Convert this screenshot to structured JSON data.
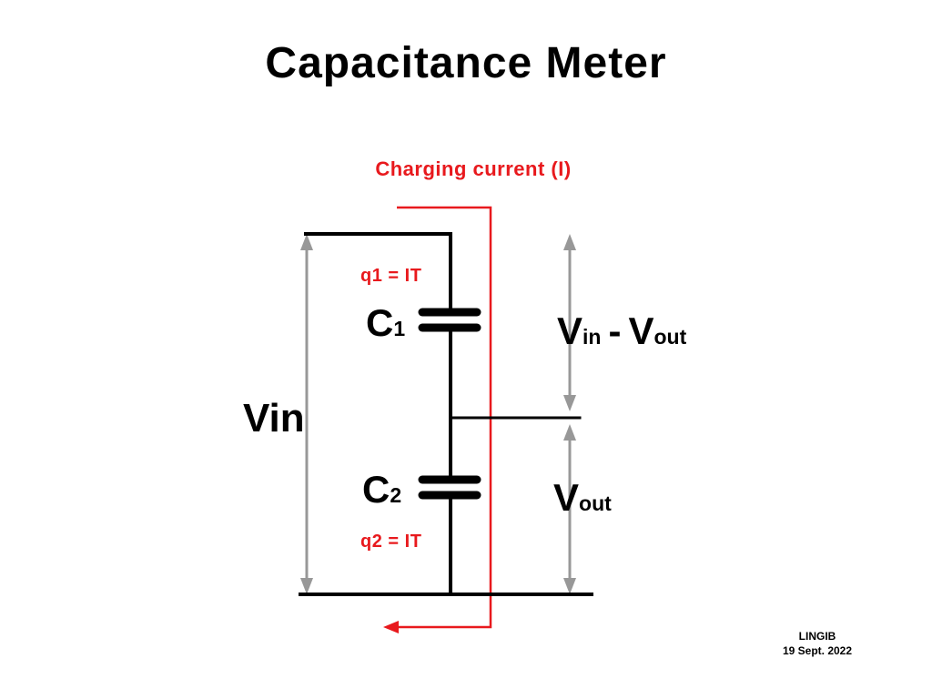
{
  "title": "Capacitance Meter",
  "diagram": {
    "charging_current_label": "Charging current (I)",
    "q1_label": "q1 = IT",
    "q2_label": "q2 = IT",
    "vin_label": "Vin",
    "c1": {
      "main": "C",
      "sub": "1"
    },
    "c2": {
      "main": "C",
      "sub": "2"
    },
    "vin_minus_vout": {
      "v1": "V",
      "sub1": "in",
      "minus": "-",
      "v2": "V",
      "sub2": "out"
    },
    "vout": {
      "main": "V",
      "sub": "out"
    }
  },
  "footer": {
    "author": "LINGIB",
    "date": "19 Sept. 2022"
  },
  "colors": {
    "accent_red": "#e8191d",
    "arrow_gray": "#989898",
    "wire_black": "#000000"
  }
}
